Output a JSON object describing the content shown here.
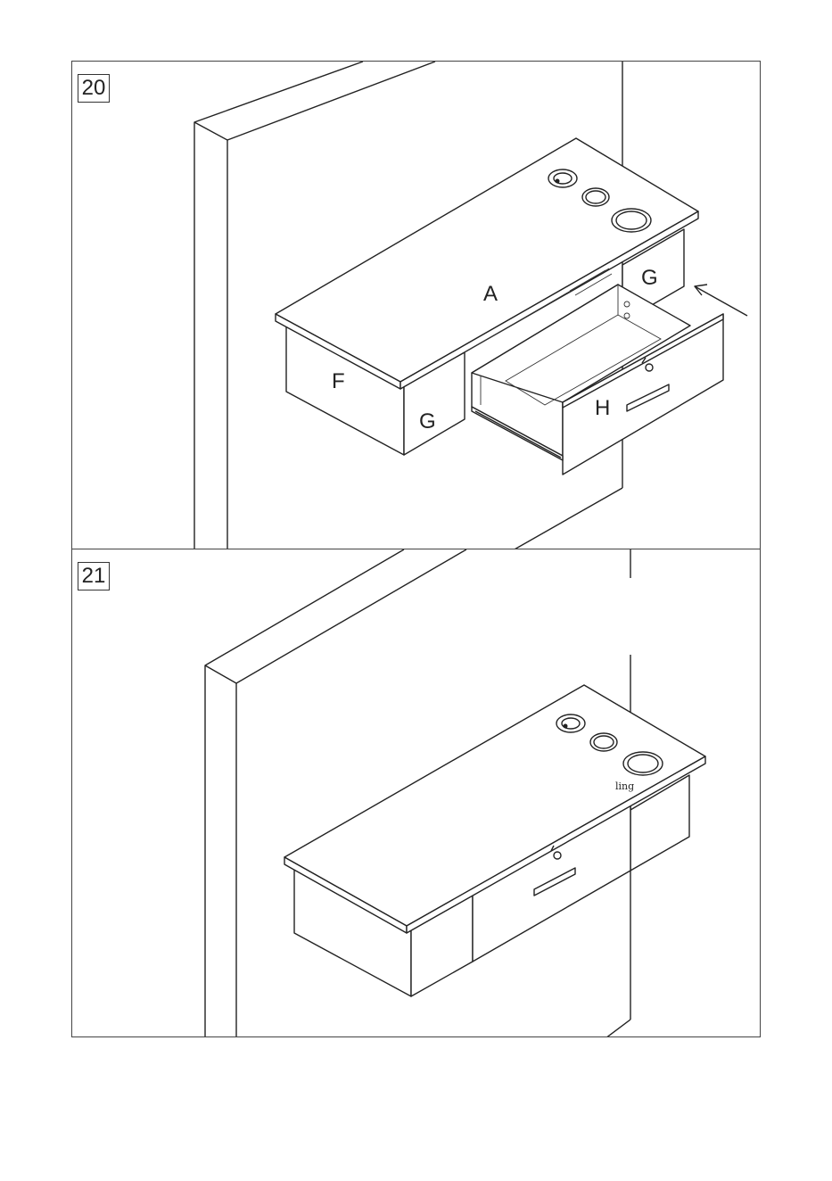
{
  "steps": [
    {
      "number": "20",
      "labels": {
        "top": "A",
        "left_side": "F",
        "left_front": "G",
        "right_back": "G",
        "drawer": "H"
      }
    },
    {
      "number": "21",
      "note": "ling"
    }
  ]
}
